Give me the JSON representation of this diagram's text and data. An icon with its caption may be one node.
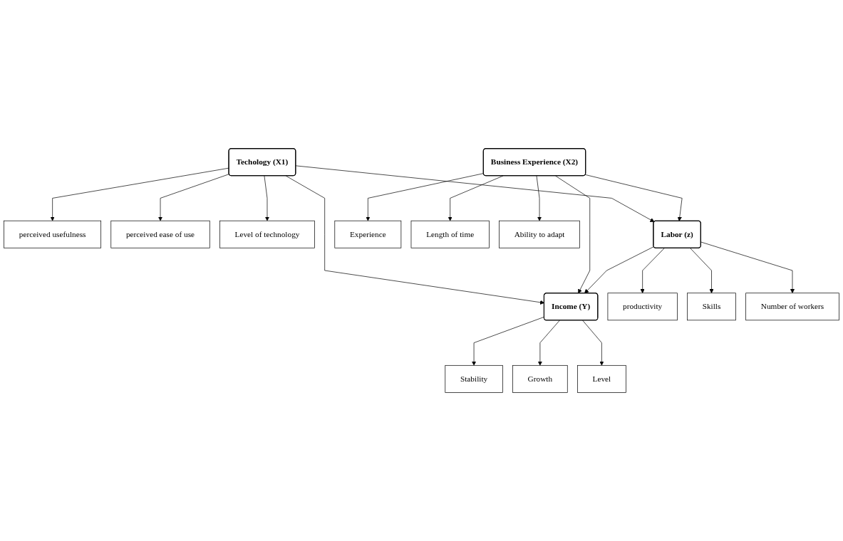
{
  "diagram": {
    "nodes": [
      {
        "text": [
          "Level"
        ]
      },
      {
        "text": [
          "Growth"
        ]
      },
      {
        "text": [
          "Stability"
        ]
      },
      {
        "text": [
          "perceived usefulness"
        ]
      },
      {
        "text": [
          "Techology (X1)"
        ]
      },
      {
        "text": [
          "perceived ease of use"
        ]
      },
      {
        "text": [
          "Level of technology"
        ]
      },
      {
        "text": [
          "Labor (z)"
        ]
      },
      {
        "text": [
          "Income (Y)"
        ]
      },
      {
        "text": [
          "Experience"
        ]
      },
      {
        "text": [
          "Business Experience (X2)"
        ]
      },
      {
        "text": [
          "Length of time"
        ]
      },
      {
        "text": [
          "Ability to adapt"
        ]
      },
      {
        "text": [
          "productivity"
        ]
      },
      {
        "text": [
          "Skills"
        ]
      },
      {
        "text": [
          "Number of workers"
        ]
      }
    ],
    "edges": [
      {
        "from": 4,
        "to": 3,
        "arrow": "to"
      },
      {
        "from": 4,
        "to": 5,
        "arrow": "to"
      },
      {
        "from": 4,
        "to": 6,
        "arrow": "to"
      },
      {
        "from": 4,
        "to": 8,
        "arrow": "to"
      },
      {
        "from": 4,
        "to": 7,
        "arrow": "to"
      },
      {
        "from": 10,
        "to": 9,
        "arrow": "to"
      },
      {
        "from": 10,
        "to": 11,
        "arrow": "to"
      },
      {
        "from": 10,
        "to": 12,
        "arrow": "to"
      },
      {
        "from": 10,
        "to": 7,
        "arrow": "to"
      },
      {
        "from": 10,
        "to": 8,
        "arrow": "to"
      },
      {
        "from": 7,
        "to": 8,
        "arrow": "to"
      },
      {
        "from": 8,
        "to": 2,
        "arrow": "to"
      },
      {
        "from": 8,
        "to": 1,
        "arrow": "to"
      },
      {
        "from": 8,
        "to": 0,
        "arrow": "to"
      },
      {
        "from": 7,
        "to": 13,
        "arrow": "to"
      },
      {
        "from": 7,
        "to": 14,
        "arrow": "to"
      },
      {
        "from": 7,
        "to": 15,
        "arrow": "to"
      }
    ]
  }
}
